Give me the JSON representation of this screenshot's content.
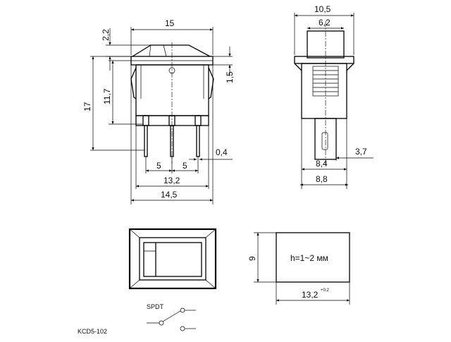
{
  "front_view": {
    "top_width": "15",
    "cap_height": "2,2",
    "base_height": "1,5",
    "height_to_terminals": "11,7",
    "total_height": "17",
    "pin_spacing_left": "5",
    "pin_spacing_right": "5",
    "pin_thickness": "0,4",
    "pin_span": "13,2",
    "body_width": "14,5"
  },
  "side_view": {
    "top_width": "10,5",
    "button_width": "6,2",
    "terminal_width": "3,7",
    "inner_width": "8,4",
    "outer_width": "8,8"
  },
  "panel_cutout": {
    "height": "9",
    "thickness_label": "h=1~2 мм",
    "width": "13,2",
    "tolerance": "+0,2"
  },
  "schematic": {
    "label": "SPDT"
  },
  "model": "KCD5-102"
}
